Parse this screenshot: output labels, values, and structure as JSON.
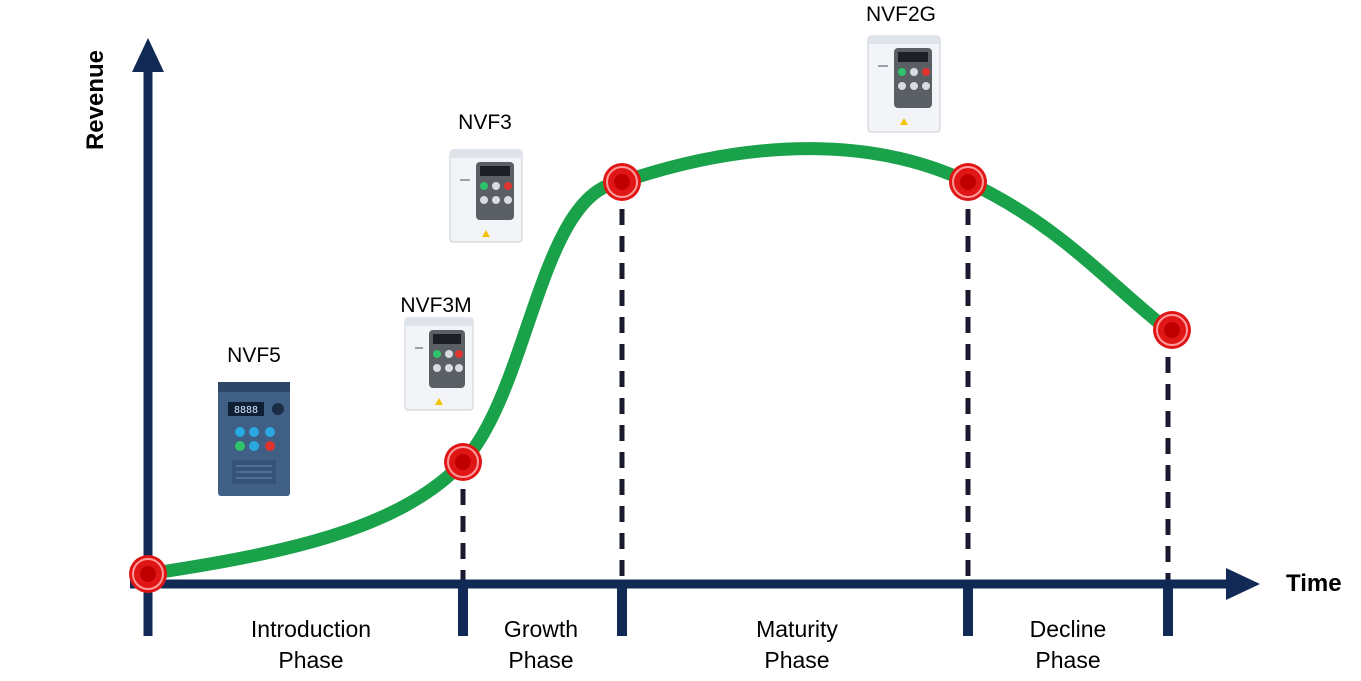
{
  "axes": {
    "y_label": "Revenue",
    "x_label": "Time"
  },
  "phases": [
    {
      "line1": "Introduction",
      "line2": "Phase"
    },
    {
      "line1": "Growth",
      "line2": "Phase"
    },
    {
      "line1": "Maturity",
      "line2": "Phase"
    },
    {
      "line1": "Decline",
      "line2": "Phase"
    }
  ],
  "products": [
    {
      "name": "NVF5",
      "style": "dark"
    },
    {
      "name": "NVF3M",
      "style": "light"
    },
    {
      "name": "NVF3",
      "style": "light"
    },
    {
      "name": "NVF2G",
      "style": "light"
    }
  ],
  "colors": {
    "axis": "#112a55",
    "curve": "#1aa24a",
    "milestone": "#e01616",
    "dashed": "#1a1a2e",
    "device_light": "#f2f4f7",
    "device_dark": "#3f5f85"
  }
}
